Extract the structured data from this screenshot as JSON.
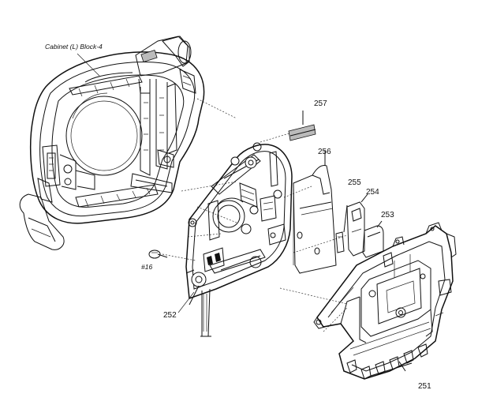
{
  "labels": {
    "block": "Cabinet (L) Block-4",
    "p257": "257",
    "p256": "256",
    "p255": "255",
    "p254": "254",
    "p253": "253",
    "p252": "252",
    "p251": "251",
    "screw": "#16"
  }
}
